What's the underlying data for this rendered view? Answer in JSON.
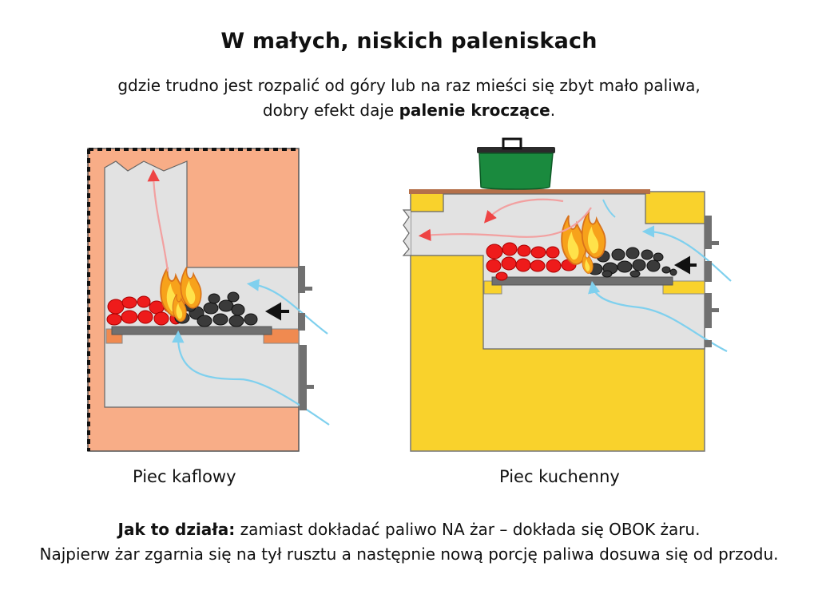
{
  "title": "W małych, niskich paleniskach",
  "subtitle": {
    "line1": "gdzie trudno jest rozpalić od góry lub na raz mieści się zbyt mało paliwa,",
    "line2_prefix": "dobry efekt daje",
    "line2_bold": "palenie kroczące",
    "line2_suffix": "."
  },
  "captions": {
    "left": "Piec kaflowy",
    "right": "Piec kuchenny"
  },
  "footer": {
    "label": "Jak to działa:",
    "line1": "zamiast dokładać paliwo NA żar – dokłada się OBOK żaru.",
    "line2": "Najpierw żar zgarnia się na tył rusztu a następnie nową porcję paliwa dosuwa się od przodu."
  },
  "colors": {
    "tile_stove": "#f8ad87",
    "kitchen_stove": "#f9d22c",
    "chamber": "#e2e2e2",
    "grate": "#707070",
    "embers": "#ee1b1b",
    "coal": "#3a3a3a",
    "air_flow": "#7fd0ee",
    "smoke_flow": "#f08c8c",
    "pot": "#1a8a3e",
    "hotplate": "#b5704a"
  },
  "icons": [
    "flame-icon",
    "push-arrow-icon",
    "pot-icon",
    "door-icon"
  ]
}
